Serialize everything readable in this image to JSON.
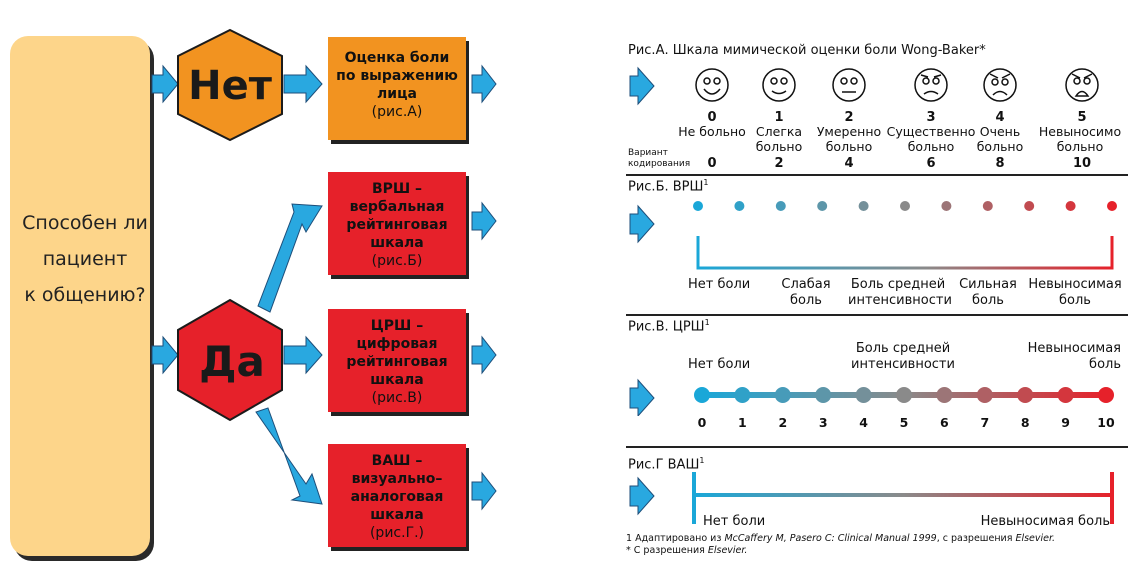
{
  "colors": {
    "orange": "#f29320",
    "red": "#e6212a",
    "blue": "#29a8e0",
    "cream": "#fdd58a",
    "grad_start": "#1aa7d8",
    "grad_end": "#e6212a"
  },
  "flow": {
    "question": "Способен ли пациент к общению?",
    "question_lines": [
      "Способен ли",
      "пациент",
      "к общению?"
    ],
    "no_label": "Нет",
    "yes_label": "Да",
    "boxes": {
      "face": {
        "lines": [
          "Оценка боли",
          "по выражению",
          "лица"
        ],
        "ref": "(рис.А)"
      },
      "vrs": {
        "lines": [
          "ВРШ –",
          "вербальная",
          "рейтинговая",
          "шкала"
        ],
        "ref": "(рис.Б)"
      },
      "nrs": {
        "lines": [
          "ЦРШ –",
          "цифровая",
          "рейтинговая",
          "шкала"
        ],
        "ref": "(рис.В)"
      },
      "vas": {
        "lines": [
          "ВАШ –",
          "визуально–",
          "аналоговая",
          "шкала"
        ],
        "ref": "(рис.Г.)"
      }
    }
  },
  "fig_a": {
    "title": "Рис.А. Шкала мимической оценки боли Wong-Baker*",
    "numbers": [
      "0",
      "1",
      "2",
      "3",
      "4",
      "5"
    ],
    "labels": [
      "Не больно",
      "Слегка больно",
      "Умеренно больно",
      "Существенно больно",
      "Очень больно",
      "Невыносимо больно"
    ],
    "coding_label": "Вариант кодирования",
    "coding": [
      "0",
      "2",
      "4",
      "6",
      "8",
      "10"
    ]
  },
  "fig_b": {
    "title": "Рис.Б.  ВРШ",
    "sup": "1",
    "labels": [
      "Нет боли",
      "Слабая боль",
      "Боль средней интенсивности",
      "Сильная боль",
      "Невыносимая боль"
    ]
  },
  "fig_c": {
    "title": "Рис.В.  ЦРШ",
    "sup": "1",
    "top_labels": [
      "Нет боли",
      "Боль средней интенсивности",
      "Невыносимая боль"
    ],
    "numbers": [
      "0",
      "1",
      "2",
      "3",
      "4",
      "5",
      "6",
      "7",
      "8",
      "9",
      "10"
    ]
  },
  "fig_d": {
    "title": "Рис.Г  ВАШ",
    "sup": "1",
    "left_label": "Нет боли",
    "right_label": "Невыносимая боль"
  },
  "footnotes": {
    "note1_pre": "1  Адаптировано из ",
    "note1_italic": "McCaffery M, Pasero C: Clinical Manual 1999",
    "note1_mid": ", с разрешения ",
    "note1_italic2": "Elsevier.",
    "note2_pre": "* С разрешения ",
    "note2_italic": "Elsevier."
  }
}
